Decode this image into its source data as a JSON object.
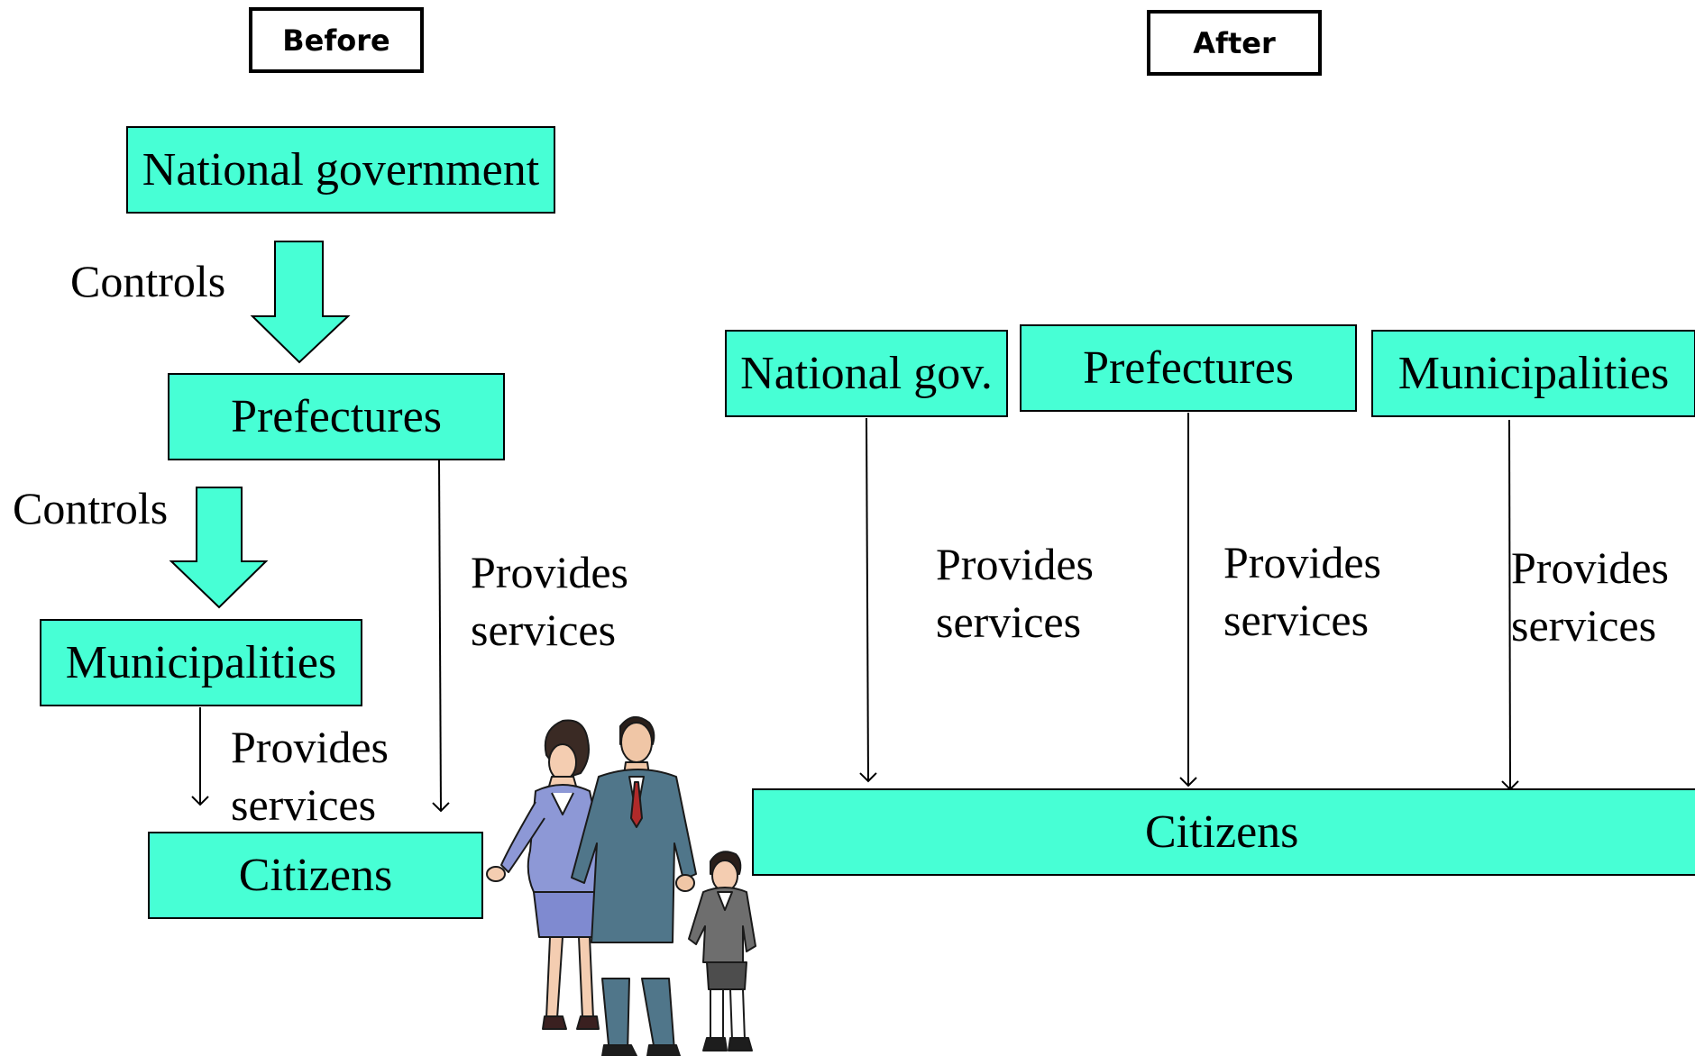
{
  "colors": {
    "box_fill": "#47ffd5",
    "stroke": "#000000",
    "background": "#ffffff"
  },
  "before": {
    "tag": "Before",
    "boxes": {
      "national": "National government",
      "prefectures": "Prefectures",
      "municipalities": "Municipalities",
      "citizens": "Citizens"
    },
    "controls_1": "Controls",
    "controls_2": "Controls",
    "services_1": {
      "line1": "Provides",
      "line2": "services"
    },
    "services_2": {
      "line1": "Provides",
      "line2": "services"
    }
  },
  "after": {
    "tag": "After",
    "boxes": {
      "national": "National gov.",
      "prefectures": "Prefectures",
      "municipalities": "Municipalities",
      "citizens": "Citizens"
    },
    "services_1": {
      "line1": "Provides",
      "line2": "services"
    },
    "services_2": {
      "line1": "Provides",
      "line2": "services"
    },
    "services_3": {
      "line1": "Provides",
      "line2": "services"
    }
  },
  "illustration": "family-illustration"
}
